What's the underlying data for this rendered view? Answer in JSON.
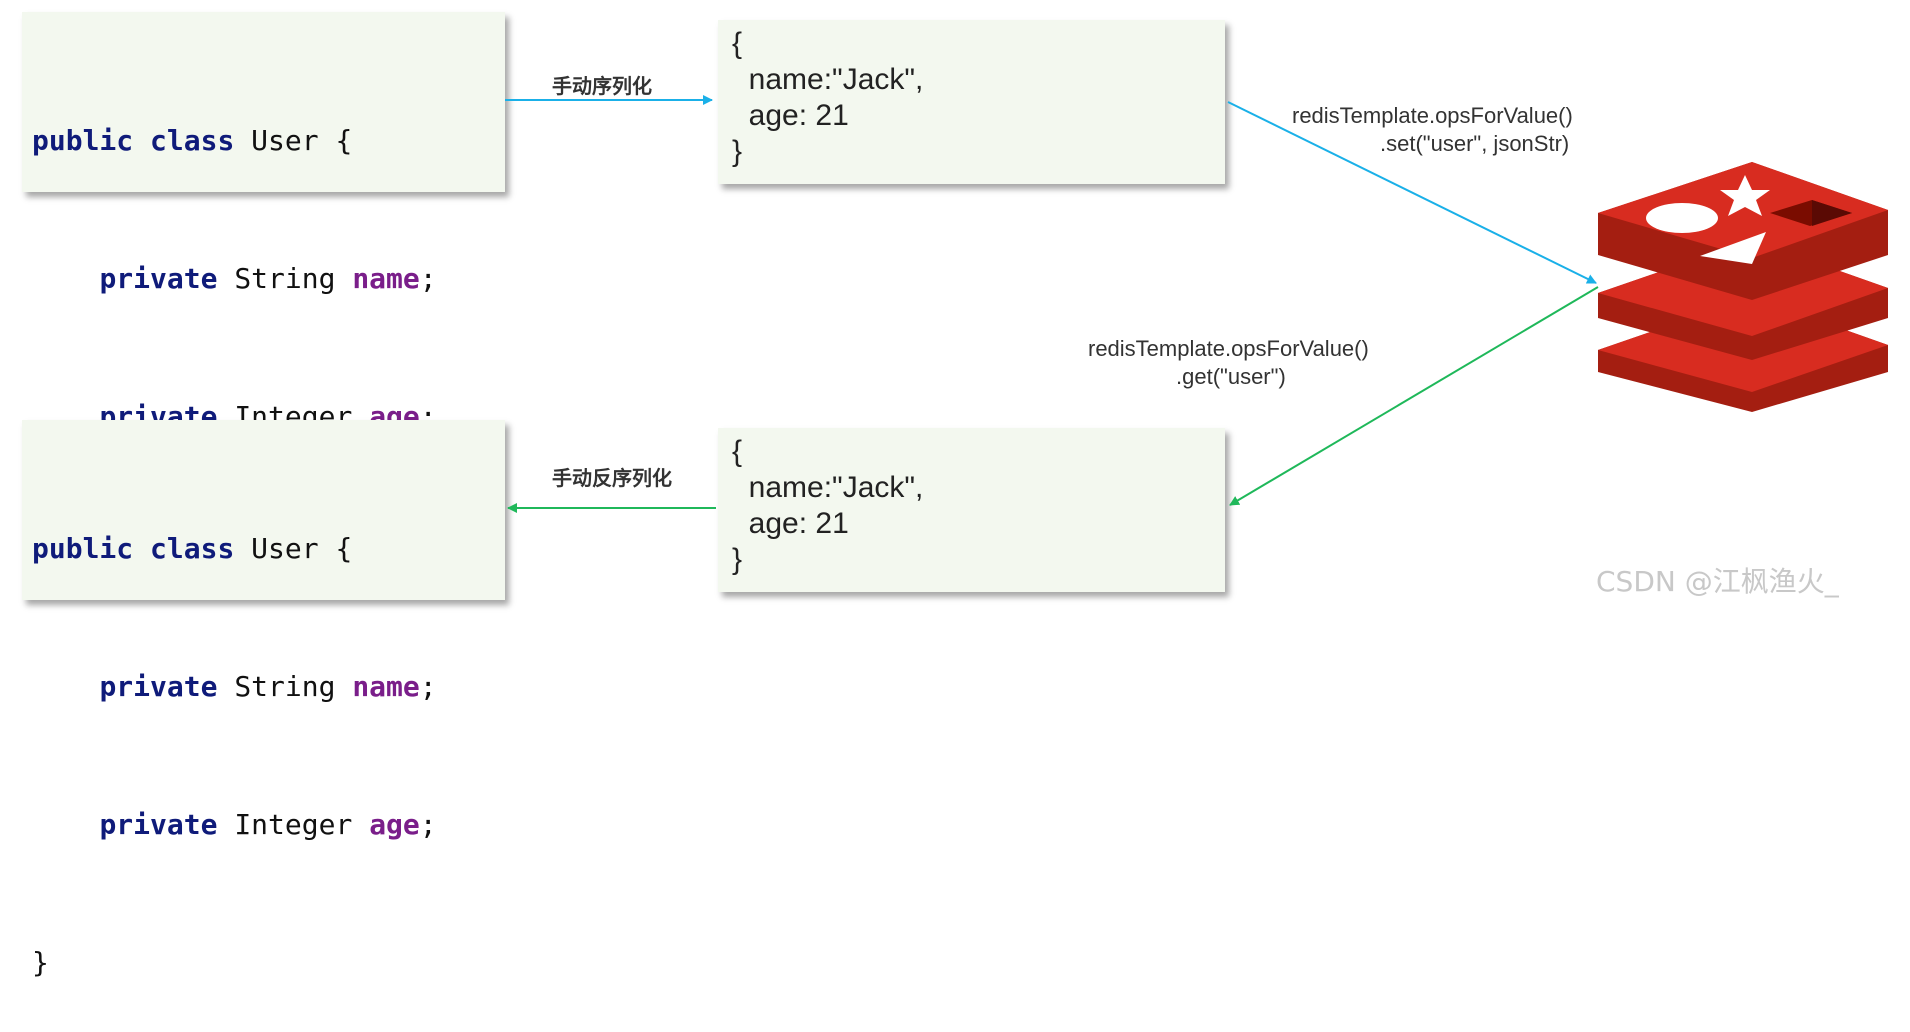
{
  "class_top": {
    "line1": {
      "kw1": "public",
      "kw2": "class",
      "rest": "User {"
    },
    "line2": {
      "kw": "private",
      "type": "String",
      "field": "name",
      "end": ";"
    },
    "line3": {
      "kw": "private",
      "type": "Integer",
      "field": "age",
      "end": ";"
    },
    "line4": "}"
  },
  "class_bottom": {
    "line1": {
      "kw1": "public",
      "kw2": "class",
      "rest": "User {"
    },
    "line2": {
      "kw": "private",
      "type": "String",
      "field": "name",
      "end": ";"
    },
    "line3": {
      "kw": "private",
      "type": "Integer",
      "field": "age",
      "end": ";"
    },
    "line4": "}"
  },
  "json_top": {
    "open": "{",
    "name_line": "name:\"Jack\",",
    "age_line": "age: 21",
    "close": "}"
  },
  "json_bottom": {
    "open": "{",
    "name_line": "name:\"Jack\",",
    "age_line": "age: 21",
    "close": "}"
  },
  "labels": {
    "serialize": "手动序列化",
    "deserialize": "手动反序列化"
  },
  "calls": {
    "set_line1": "redisTemplate.opsForValue()",
    "set_line2": ".set(\"user\", jsonStr)",
    "get_line1": "redisTemplate.opsForValue()",
    "get_line2": ".get(\"user\")"
  },
  "icons": {
    "redis": "redis-logo-icon"
  },
  "colors": {
    "code_bg": "#f3f8ef",
    "keyword": "#0f1b7a",
    "field": "#7a1e8a",
    "arrow_blue": "#1ab0e8",
    "arrow_green": "#1fb85a",
    "redis_red": "#c6302b"
  },
  "watermark": "CSDN @江枫渔火_"
}
